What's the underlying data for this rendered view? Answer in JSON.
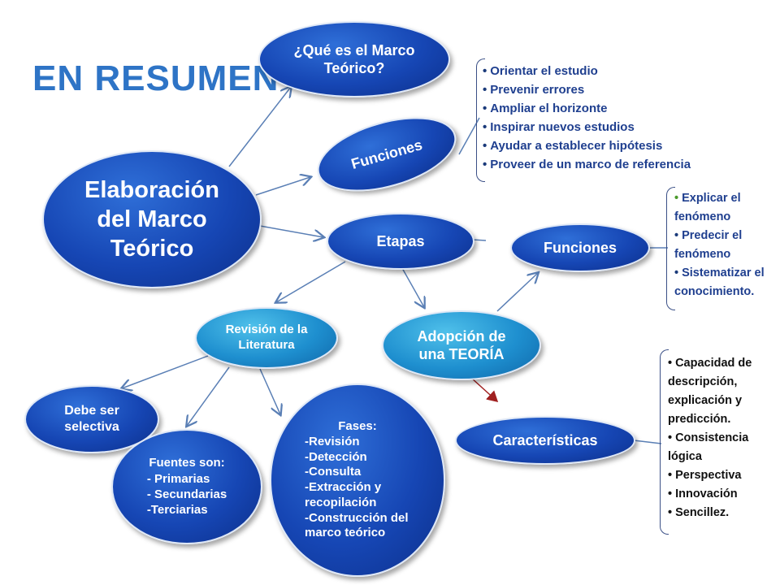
{
  "title": "EN RESUMEN",
  "nodes": {
    "main": "Elaboración del Marco Teórico",
    "que_es": "¿Qué es el Marco Teórico?",
    "funciones1": "Funciones",
    "etapas": "Etapas",
    "funciones2": "Funciones",
    "revision": "Revisión de la Literatura",
    "adopcion": "Adopción de una TEORÍA",
    "caracteristicas": "Características",
    "selectiva": "Debe ser selectiva"
  },
  "fuentes": {
    "heading": "Fuentes son:",
    "items": [
      "- Primarias",
      "- Secundarias",
      "-Terciarias"
    ]
  },
  "fases": {
    "heading": "Fases:",
    "items": [
      "-Revisión",
      "-Detección",
      "-Consulta",
      "-Extracción y recopilación",
      "-Construcción del marco teórico"
    ]
  },
  "funciones1_list": [
    "Orientar el estudio",
    "Prevenir errores",
    "Ampliar el horizonte",
    "Inspirar nuevos estudios",
    "Ayudar a establecer hipótesis",
    "Proveer de un marco de referencia"
  ],
  "funciones2_list": [
    "Explicar el fenómeno",
    "Predecir el fenómeno",
    "Sistematizar el conocimiento."
  ],
  "caracteristicas_list": [
    "Capacidad de descripción, explicación y predicción.",
    "Consistencia lógica",
    "Perspectiva",
    "Innovación",
    "Sencillez."
  ],
  "colors": {
    "title": "#2e74c6",
    "dark_node": "#1646b4",
    "light_node": "#1e8fcf",
    "list_text": "#1f3f8f",
    "arrow": "#5a7fb5",
    "red_arrow": "#a02020"
  }
}
